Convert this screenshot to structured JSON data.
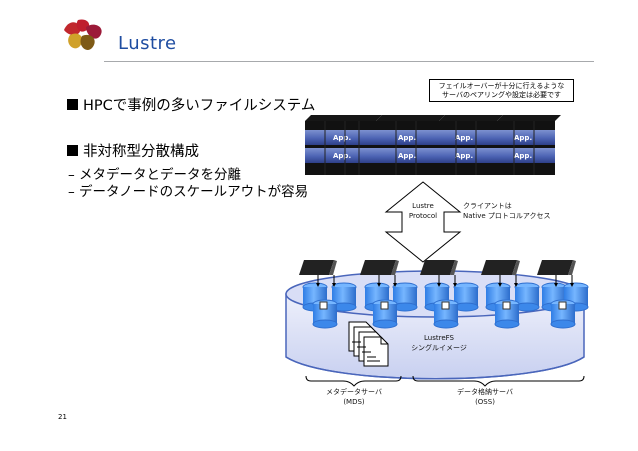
{
  "slide": {
    "title": "Lustre",
    "page_number": "21",
    "colors": {
      "title": "#1f4da1",
      "rule": "#a7a9ac",
      "logo": "#c1272d",
      "server_blue": "#4d64b4",
      "storage_blue": "#4d97f1",
      "storage_fill": "#dbe1f7"
    }
  },
  "left_text": {
    "bullet_1": "HPCで事例の多いファイルシステム",
    "bullet_2": "非対称型分散構成",
    "sub_1": "– メタデータとデータを分離",
    "sub_2": "– データノードのスケールアウトが容易"
  },
  "diagram": {
    "note_line_1": "フェイルオーバーが十分に行えるような",
    "note_line_2": "サーバのペアリングや設定は必要です",
    "app_labels": [
      "App.",
      "App.",
      "App.",
      "App.",
      "App.",
      "App.",
      "App.",
      "App."
    ],
    "protocol_line_1": "Lustre",
    "protocol_line_2": "Protocol",
    "client_line_1": "クライアントは",
    "client_line_2": "Native プロトコルアクセス",
    "fs_line_1": "LustreFS",
    "fs_line_2": "シングルイメージ",
    "mds_line_1": "メタデータサーバ",
    "mds_line_2": "(MDS)",
    "oss_line_1": "データ格納サーバ",
    "oss_line_2": "(OSS)"
  }
}
